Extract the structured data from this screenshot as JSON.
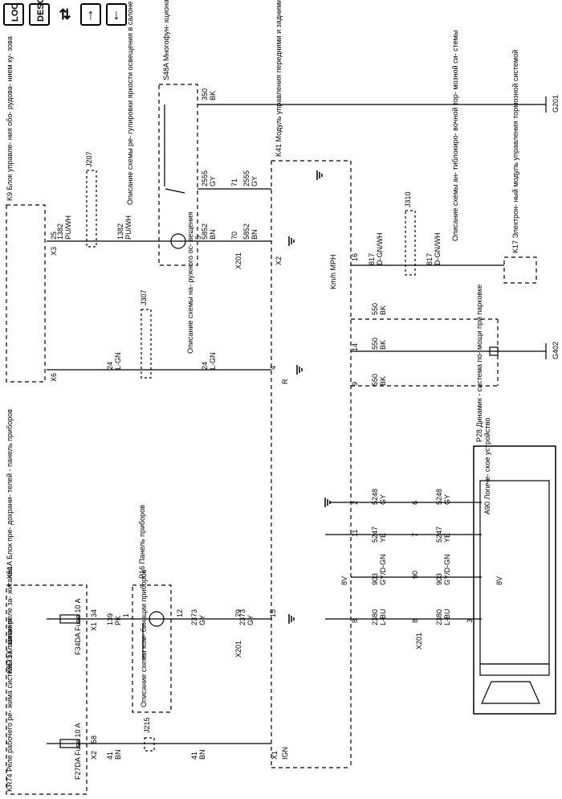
{
  "toolbar": {
    "loc_label": "LOC",
    "desc_label": "DESC",
    "icons": [
      "loc-icon",
      "desc-icon",
      "swap-icon",
      "arrow-up-icon",
      "arrow-down-icon"
    ]
  },
  "components": {
    "kr74": "KR74 Реле рабочего ре- жима системы за- жигания",
    "f27da": "F27DA Fuse 10 A",
    "kr73": "KR73 Главное реле за- жигания",
    "f34da": "F34DA Fuse 10 A",
    "x51a": "X51A Блок пре- дохрани- телей - панель приборов",
    "p16": "P16 Панель приборов",
    "p16_desc": "Описание схемы ком- бинации приборов",
    "k9": "K9 Блок управле- ния обо- рудова- нием ку- зова",
    "j207_desc": "Описание схемы ре- гулировки яркости освещения в салоне",
    "j307_desc": "Описание схемы на- ружного ос- вещения",
    "s48a": "S48A Многофун- кциональ- ный пере- ключатель- панель при- боров",
    "k41": "K41 Модуль управления передними и задними элементами системы по- мощи при парковке",
    "j310_desc": "Описание схемы ан- тиблокиро- вочной тор- мозной си- стемы",
    "k17": "K17 Электрон- ный модуль управления тормозной системой",
    "p28": "P28 Динамик - система по- мощи при парковке",
    "a90": "A90 Логиче- ское устройство",
    "kmh": "Km/h MPH"
  },
  "connectors": {
    "j215": "J215",
    "j207": "J207",
    "j307": "J307",
    "j310": "J310",
    "x201": "X201",
    "x1": "X1",
    "x2": "X2",
    "x3": "X3",
    "x6": "X6",
    "g201": "G201",
    "g402": "G402",
    "ign": "IGN",
    "r": "R",
    "8v": "8V"
  },
  "wires": {
    "w41": "41",
    "bn": "BN",
    "w139": "139",
    "pk": "PK",
    "w2373": "2373",
    "gy": "GY",
    "w2380": "2380",
    "lbu": "L-BU",
    "w903": "903",
    "gydgn": "GY/D-GN",
    "w5247": "5247",
    "ye": "YE",
    "w5248": "5248",
    "w24": "24",
    "lgn": "L-GN",
    "w1382": "1382",
    "puwh": "PU/WH",
    "w5852": "5852",
    "w2555": "2555",
    "w350": "350",
    "bk": "BK",
    "w817": "817",
    "dgnwh": "D-GN/WH",
    "w550": "550"
  },
  "pins": {
    "p58": "58",
    "p34": "34",
    "p1": "1",
    "p12": "12",
    "p79": "79",
    "p15": "15",
    "p2": "2",
    "p6": "6",
    "p8": "8",
    "p90": "90",
    "p3": "3",
    "p7": "7",
    "p11": "11",
    "p4": "4",
    "p9": "9",
    "p14": "14",
    "p16": "16",
    "p25": "25",
    "p70": "70",
    "p5": "5",
    "p71": "71"
  }
}
